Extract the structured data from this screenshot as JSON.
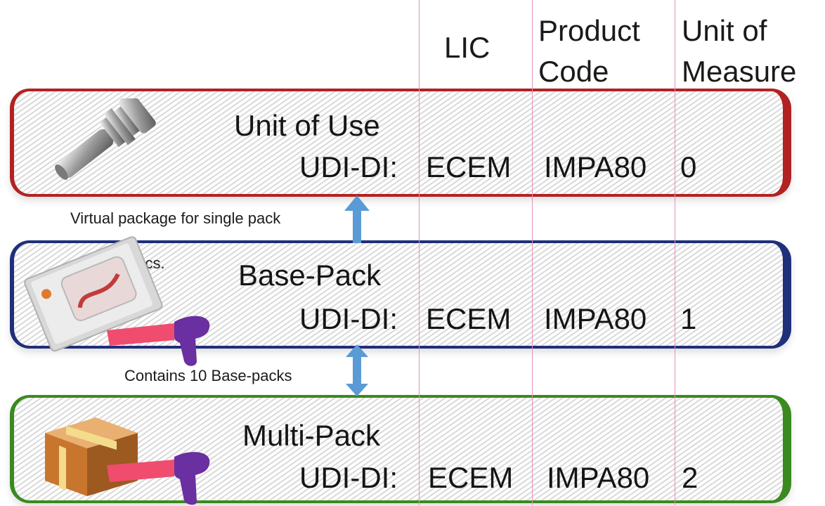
{
  "headers": {
    "lic": "LIC",
    "product_code": [
      "Product",
      "Code"
    ],
    "unit_of_measure": [
      "Unit of",
      "Measure"
    ]
  },
  "levels": [
    {
      "title": "Unit of Use",
      "udi_label": "UDI-DI:",
      "lic": "ECEM",
      "product_code": "IMPA80",
      "uom": "0",
      "border_color": "#b22222"
    },
    {
      "title": "Base-Pack",
      "udi_label": "UDI-DI:",
      "lic": "ECEM",
      "product_code": "IMPA80",
      "uom": "1",
      "border_color": "#1f2f7a",
      "note": "2pcs."
    },
    {
      "title": "Multi-Pack",
      "udi_label": "UDI-DI:",
      "lic": "ECEM",
      "product_code": "IMPA80",
      "uom": "2",
      "border_color": "#3a8a1f"
    }
  ],
  "connectors": [
    {
      "label": "Virtual package for single pack",
      "direction": "up",
      "color": "#5b9bd5"
    },
    {
      "label": "Contains 10 Base-packs",
      "direction": "both",
      "color": "#5b9bd5"
    }
  ],
  "icons": [
    "shaft-component-icon",
    "blister-pack-icon",
    "barcode-scanner-icon",
    "cardboard-box-icon"
  ]
}
